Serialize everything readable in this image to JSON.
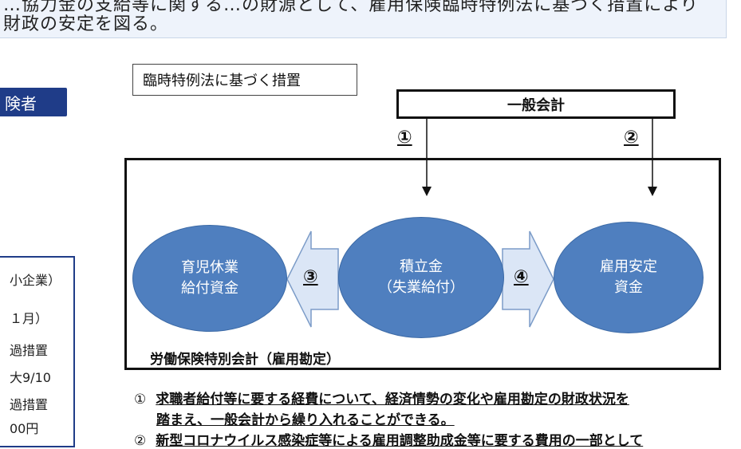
{
  "top_box": {
    "line1": "…協力金の支給等に関する…の財源として、雇用保険臨時特例法に基づく措置により",
    "line2": "財政の安定を図る。"
  },
  "left_panel": {
    "label": "険者",
    "lines": [
      "小企業）",
      "１月）",
      "過措置",
      "大9/10",
      "過措置",
      "00円"
    ]
  },
  "measure_box": {
    "label": "臨時特例法に基づく措置"
  },
  "general_account": {
    "label": "一般会計"
  },
  "flows": {
    "one": "①",
    "two": "②",
    "three": "③",
    "four": "④"
  },
  "special_account": {
    "label": "労働保険特別会計（雇用勘定）",
    "childcare_fund": {
      "line1": "育児休業",
      "line2": "給付資金"
    },
    "reserve_fund": {
      "line1": "積立金",
      "line2": "（失業給付）"
    },
    "employment_fund": {
      "line1": "雇用安定",
      "line2": "資金"
    }
  },
  "notes": {
    "n1_marker": "①",
    "n1_line1": "求職者給付等に要する経費について、経済情勢の変化や雇用勘定の財政状況を",
    "n1_line2": "踏まえ、一般会計から繰り入れることができる。",
    "n2_marker": "②",
    "n2_line1": "新型コロナウイルス感染症等による雇用調整助成金等に要する費用の一部として"
  },
  "colors": {
    "ellipse_fill": "#4f7fbf",
    "arrow_fill": "#dbe6f6",
    "navy": "#1f3c88"
  }
}
